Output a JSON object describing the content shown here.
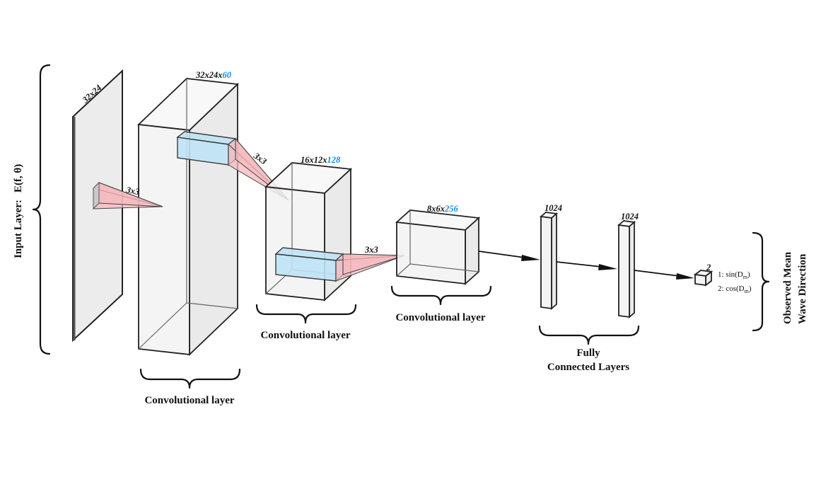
{
  "input_layer": {
    "label": "Input Layer:",
    "formula": "E(f, θ)",
    "size": "32x24"
  },
  "conv1": {
    "size_prefix": "32x24x",
    "channels": "60",
    "label": "Convolutional layer",
    "kernel": "3x3"
  },
  "conv2": {
    "size_prefix": "16x12x",
    "channels": "128",
    "label": "Convolutional layer",
    "kernel": "3x3"
  },
  "conv3": {
    "size_prefix": "8x6x",
    "channels": "256",
    "label": "Convolutional layer",
    "kernel": "3x3"
  },
  "fc": {
    "layer1_size": "1024",
    "layer2_size": "1024",
    "label_line1": "Fully",
    "label_line2": "Connected Layers"
  },
  "output": {
    "size": "2",
    "out1_prefix": "1: sin(D",
    "out2_prefix": "2: cos(D",
    "subscript": "m",
    "close": ")",
    "label_line1": "Observed Mean",
    "label_line2": "Wave Direction"
  },
  "colors": {
    "accent_blue": "#1e88e5",
    "kernel_fill": "#bfe3f5",
    "cone_fill": "#f4b8bd"
  }
}
